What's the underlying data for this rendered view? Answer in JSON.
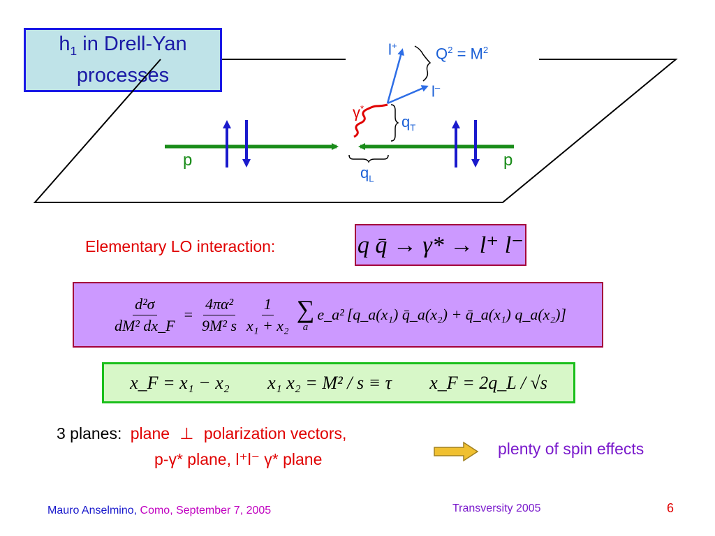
{
  "title": {
    "line1_main": "h",
    "line1_sub": "1",
    "line1_rest": " in Drell-Yan",
    "line2": "processes"
  },
  "diagram": {
    "p_left": "p",
    "p_right": "p",
    "l_plus": "l",
    "l_plus_sup": "+",
    "l_minus": "l",
    "l_minus_sup": "–",
    "gamma_star": "γ",
    "gamma_star_sup": "*",
    "q_t": "q",
    "q_t_sub": "T",
    "q_l": "q",
    "q_l_sub": "L",
    "q2_label": "Q",
    "q2_sup": "2",
    "q2_eq": " = M",
    "m2_sup": "2"
  },
  "interaction": {
    "label": "Elementary LO interaction:",
    "formula": "q q̄ → γ* → l⁺ l⁻"
  },
  "cross_section": {
    "lhs_num": "d²σ",
    "lhs_den": "dM² dx_F",
    "eq": "=",
    "f1_num": "4πα²",
    "f1_den": "9M² s",
    "f2_num": "1",
    "f2_den": "x₁ + x₂",
    "sum": "∑",
    "sum_index": "a",
    "charge": "e_a²",
    "bracket": "[q_a(x₁) q̄_a(x₂) + q̄_a(x₁) q_a(x₂)]"
  },
  "kinematics": {
    "eq1": "x_F = x₁ − x₂",
    "eq2": "x₁ x₂ = M² / s ≡ τ",
    "eq3": "x_F = 2q_L / √s"
  },
  "planes": {
    "prefix": "3 planes:",
    "line1_red": "plane",
    "perp": "⊥",
    "line1_rest": "polarization vectors,",
    "line2": "p-γ* plane,  l⁺l⁻ γ* plane"
  },
  "conclusion": "plenty of spin effects",
  "footer": {
    "author": "Mauro Anselmino,",
    "place": "Como, September 7, 2005",
    "event": "Transversity 2005",
    "page": "6"
  },
  "colors": {
    "title_bg": "#bfe3e8",
    "title_border": "#1a1ae6",
    "purple_box": "#cc99ff",
    "green_box": "#d7f7c8",
    "green_border": "#1bbf1b",
    "arrow_fill": "#f0c030",
    "beam_green": "#1a8c1a"
  }
}
